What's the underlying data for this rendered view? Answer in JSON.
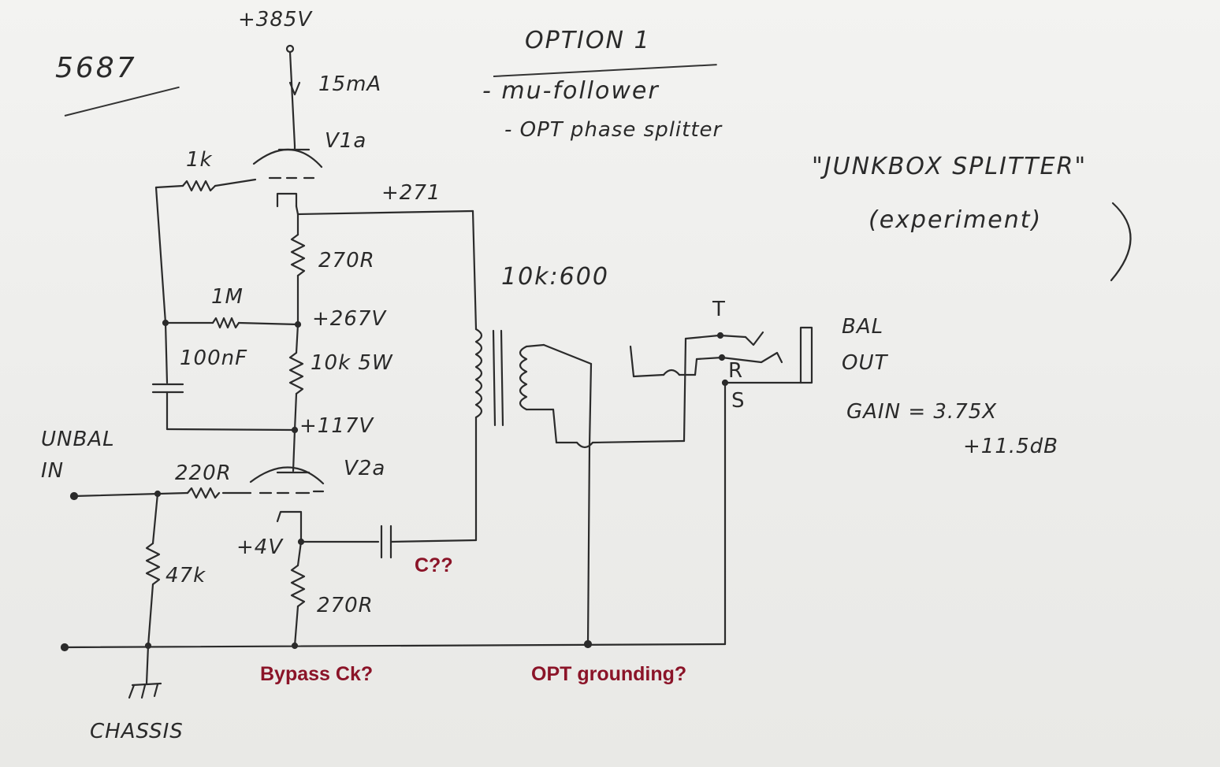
{
  "title_model": "5687",
  "supply_voltage": "+385V",
  "supply_current": "15mA",
  "option": {
    "heading": "OPTION 1",
    "line1": "- mu-follower",
    "line2": "- OPT phase splitter"
  },
  "name": {
    "title": "\"JUNKBOX SPLITTER\"",
    "subtitle": "(experiment)"
  },
  "tubes": {
    "upper": "V1a",
    "lower": "V2a"
  },
  "components": {
    "r_grid_upper": "1k",
    "r_upper_cathode": "270R",
    "r_feedback": "1M",
    "cap_coupling": "100nF",
    "r_plate_load": "10k 5W",
    "r_grid_lower": "220R",
    "r_input": "47k",
    "r_lower_cathode": "270R",
    "transformer_ratio": "10k:600"
  },
  "voltages": {
    "upper_plate": "+271",
    "mid_node": "+267V",
    "lower_plate": "+117V",
    "lower_cathode": "+4V"
  },
  "io": {
    "input": "UNBAL IN",
    "output": "BAL OUT",
    "chassis": "CHASSIS"
  },
  "jack": {
    "tip": "T",
    "ring": "R",
    "sleeve": "S"
  },
  "gain": {
    "ratio": "GAIN = 3.75X",
    "db": "+11.5dB"
  },
  "notes": {
    "cap": "C??",
    "bypass": "Bypass Ck?",
    "opt_ground": "OPT grounding?"
  }
}
